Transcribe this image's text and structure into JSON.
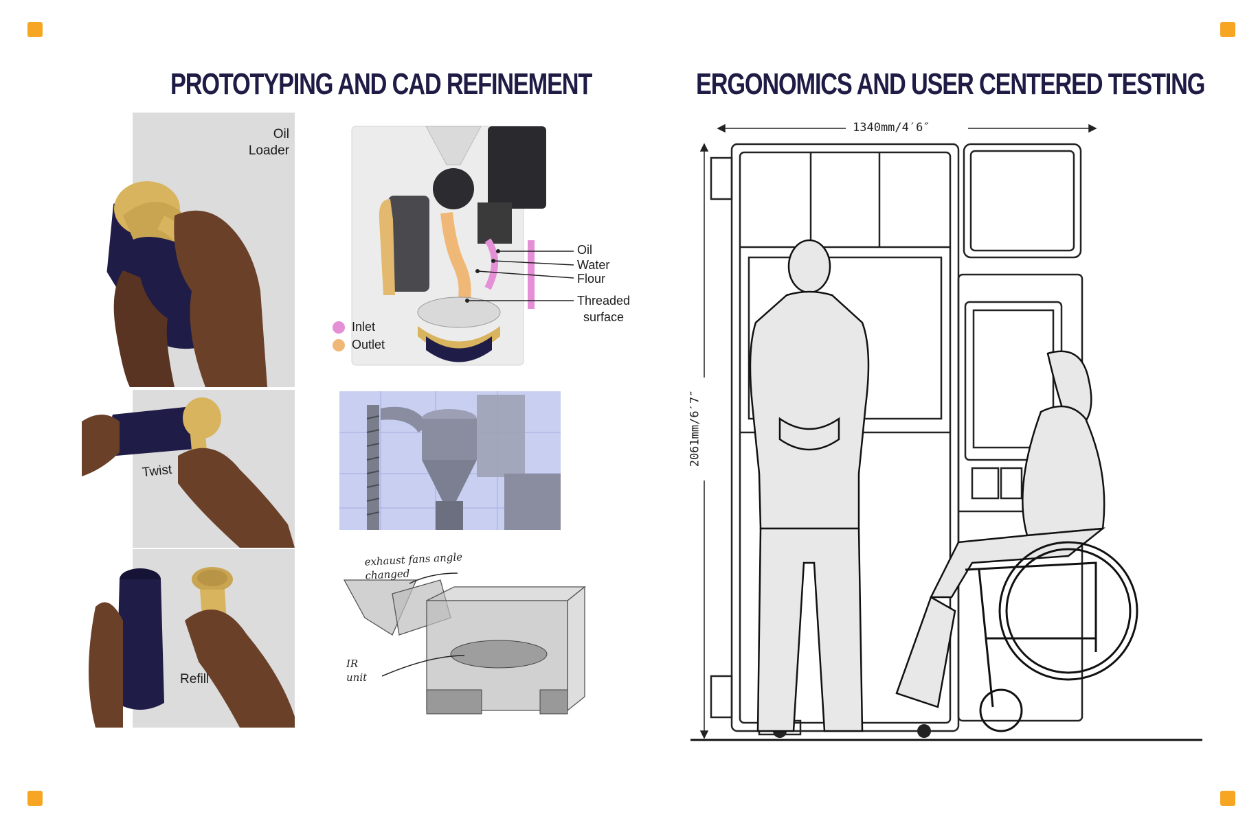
{
  "left_section": {
    "title": "PROTOTYPING AND CAD REFINEMENT",
    "photos": {
      "top_label": "Oil\nLoader",
      "middle_label": "Twist",
      "bottom_label": "Refill"
    },
    "cutaway": {
      "callouts": [
        "Oil",
        "Water",
        "Flour",
        "Threaded\nsurface"
      ],
      "legend": [
        {
          "label": "Inlet",
          "color": "#e48fd6"
        },
        {
          "label": "Outlet",
          "color": "#f0b877"
        }
      ]
    },
    "sketch": {
      "note_top": "exhaust fans angle\nchanged",
      "note_left": "IR\nunit"
    }
  },
  "right_section": {
    "title": "ERGONOMICS AND USER CENTERED TESTING",
    "width_dimension": "1340mm/4′6″",
    "height_dimension": "2061mm/6′7″"
  },
  "colors": {
    "accent": "#f6a623",
    "title": "#1e1b45",
    "navy_device": "#1f1d48",
    "gold_device": "#d8b45e",
    "cad_blue": "#c9cff0"
  }
}
